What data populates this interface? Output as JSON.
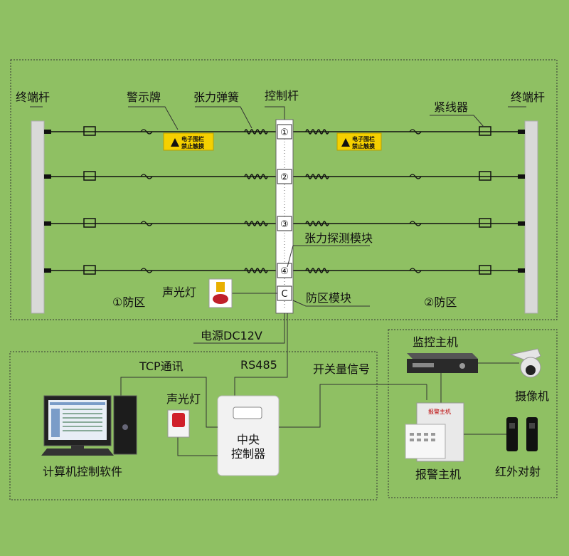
{
  "colors": {
    "background": "#8fc063",
    "warning_sign": "#f5d000",
    "post": "#d9d9d9",
    "wire": "#111111"
  },
  "labels": {
    "terminal_post_left": "终端杆",
    "terminal_post_right": "终端杆",
    "warning_sign": "警示牌",
    "tension_spring": "张力弹簧",
    "control_post": "控制杆",
    "tightener": "紧线器",
    "tension_module": "张力探测模块",
    "zone_module": "防区模块",
    "zone_1": "①防区",
    "zone_2": "②防区",
    "alarm_light_top": "声光灯",
    "power": "电源DC12V",
    "tcp": "TCP通讯",
    "rs485": "RS485",
    "switch_signal": "开关量信号",
    "alarm_light_bottom": "声光灯",
    "central_controller_1": "中央",
    "central_controller_2": "控制器",
    "computer_software": "计算机控制软件",
    "monitor_host": "监控主机",
    "camera": "摄像机",
    "alarm_host": "报警主机",
    "infrared": "红外对射"
  },
  "sign_text": {
    "line1": "电子围栏",
    "line2": "禁止触摸"
  },
  "alarm_panel_text": "报警主机",
  "wire_numbers": [
    "①",
    "②",
    "③",
    "④"
  ],
  "controller_port": "C",
  "icons": [
    "warning-triangle-icon",
    "alarm-light-icon",
    "computer-icon",
    "dvr-icon",
    "camera-icon",
    "infrared-beam-icon"
  ]
}
